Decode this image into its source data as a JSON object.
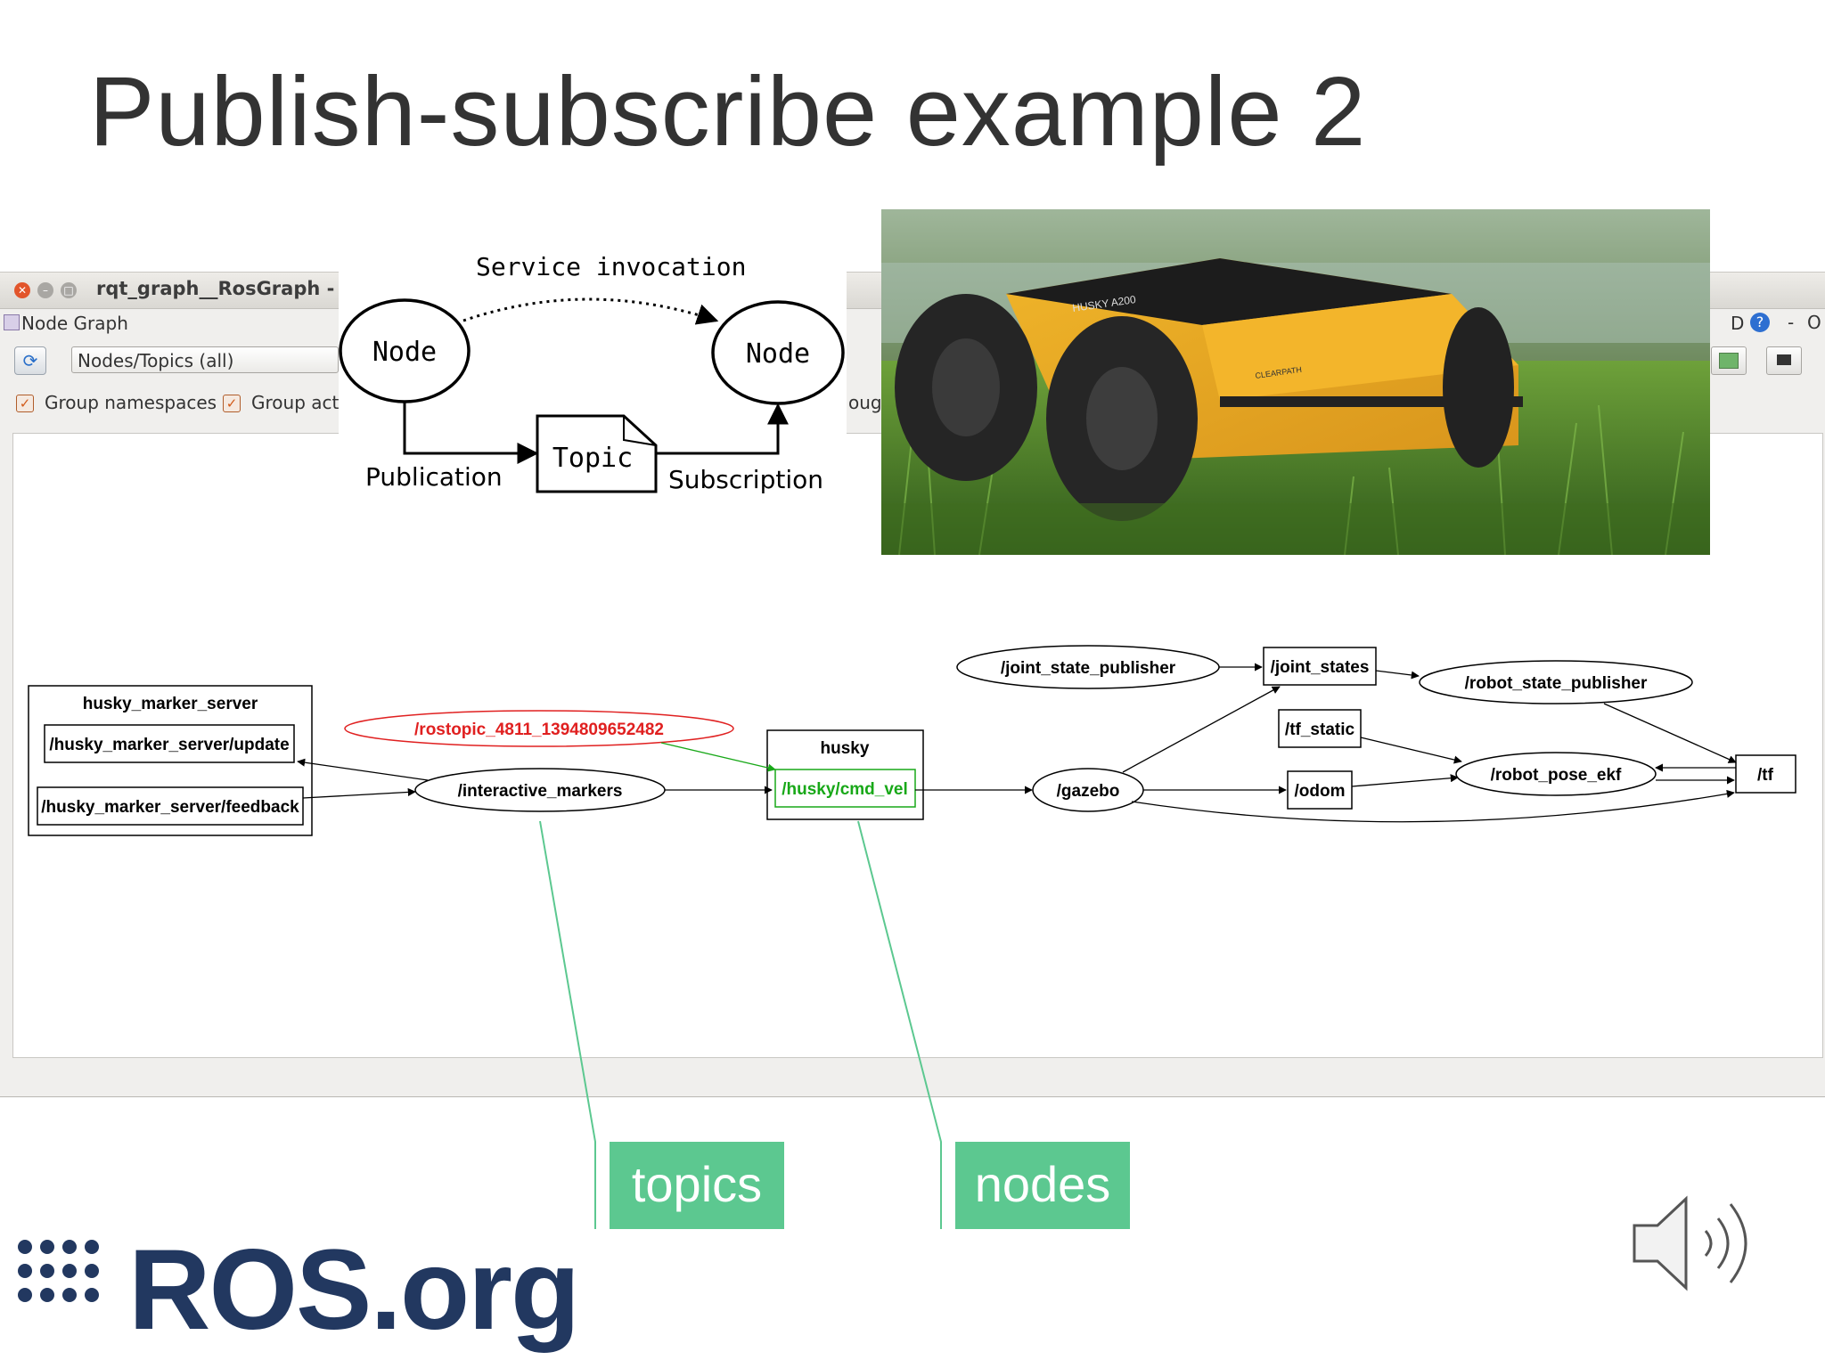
{
  "slide": {
    "title": "Publish-subscribe example 2"
  },
  "rqt": {
    "window_title": "rqt_graph__RosGraph - rqt",
    "plugin_title": "Node Graph",
    "right_controls": "D",
    "help_icon": "?",
    "window_minus": "-",
    "window_close": "O",
    "refresh_icon": "refresh-icon",
    "mode_value": "Nodes/Topics (all)",
    "checkboxes": [
      {
        "label": "Group namespaces",
        "checked": true
      },
      {
        "label": "Group acti",
        "checked": true
      }
    ],
    "partial_label": "oug"
  },
  "diagram": {
    "service_label": "Service invocation",
    "node_left": "Node",
    "node_right": "Node",
    "topic": "Topic",
    "publication": "Publication",
    "subscription": "Subscription"
  },
  "photo": {
    "brand_text": "HUSKY A200",
    "maker_text": "CLEARPATH"
  },
  "graph": {
    "nodes": {
      "husky_marker_server_group": "husky_marker_server",
      "hms_update": "/husky_marker_server/update",
      "hms_feedback": "/husky_marker_server/feedback",
      "rostopic": "/rostopic_4811_1394809652482",
      "interactive_markers": "/interactive_markers",
      "husky_group": "husky",
      "cmd_vel": "/husky/cmd_vel",
      "gazebo": "/gazebo",
      "joint_state_publisher": "/joint_state_publisher",
      "joint_states": "/joint_states",
      "robot_state_publisher": "/robot_state_publisher",
      "tf_static": "/tf_static",
      "odom": "/odom",
      "robot_pose_ekf": "/robot_pose_ekf",
      "tf": "/tf"
    },
    "colors": {
      "rostopic": "#e02020",
      "cmd_vel": "#18a818",
      "edge": "#000000"
    }
  },
  "callouts": {
    "topics": "topics",
    "nodes": "nodes",
    "color": "#5cc890"
  },
  "footer": {
    "logo_text": "ROS.org",
    "speaker": "speaker-icon"
  }
}
